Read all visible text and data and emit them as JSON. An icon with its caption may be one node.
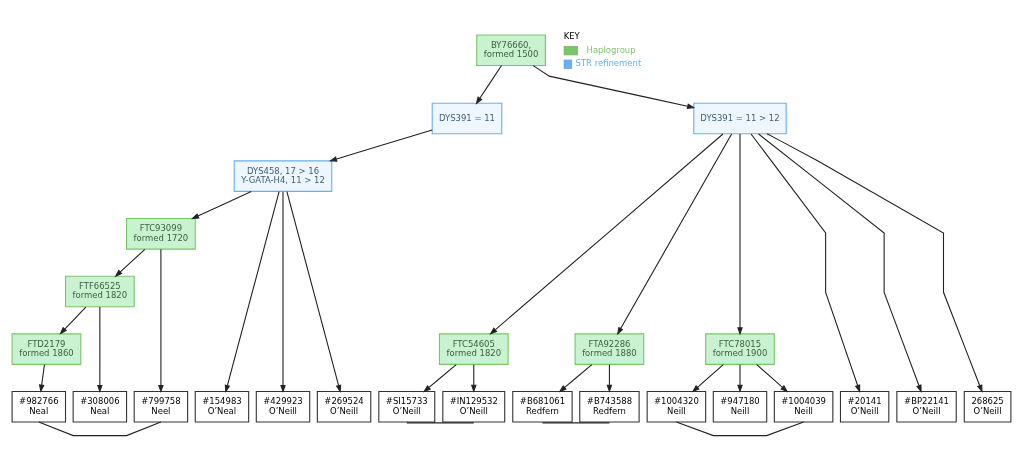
{
  "diagram": {
    "nodes": [
      {
        "text": [
          "BY76660, formed 1500"
        ]
      },
      {
        "text": [
          "DYS391 = 11"
        ]
      },
      {
        "text": [
          "DYS391 = 11 > 12"
        ]
      },
      {
        "text": [
          "DYS458, 17 > 16 Y-GATA-H4, 11 > 12"
        ]
      },
      {
        "text": [
          "FTC93099 formed 1720"
        ]
      },
      {
        "text": [
          "FTF66525 formed 1820"
        ]
      },
      {
        "text": [
          "FTD2179 formed 1860"
        ]
      },
      {
        "text": [
          "FTC54605 formed 1820"
        ]
      },
      {
        "text": [
          "FTA92286 formed 1880"
        ]
      },
      {
        "text": [
          "FTC78015 formed 1900"
        ]
      },
      {
        "text": [
          "#982766 Neal"
        ]
      },
      {
        "text": [
          "#308006 Neal"
        ]
      },
      {
        "text": [
          "#799758 Neel"
        ]
      },
      {
        "text": [
          "#154983 O’Neal"
        ]
      },
      {
        "text": [
          "#429923 O’Neill"
        ]
      },
      {
        "text": [
          "#269524 O’Neill"
        ]
      },
      {
        "text": [
          "#SI15733 O’Neill"
        ]
      },
      {
        "text": [
          "#IN129532 O’Neill"
        ]
      },
      {
        "text": [
          "#B681061 Redfern"
        ]
      },
      {
        "text": [
          "#B743588 Redfern"
        ]
      },
      {
        "text": [
          "#1004320 Neill"
        ]
      },
      {
        "text": [
          "#947180 Neill"
        ]
      },
      {
        "text": [
          "#1004039 Neill"
        ]
      },
      {
        "text": [
          "#20141 O’Neill"
        ]
      },
      {
        "text": [
          "#BP22141 O’Neill"
        ]
      },
      {
        "text": [
          "268625 O’Neill"
        ]
      }
    ],
    "edges": [
      {
        "from": 0,
        "to": 1,
        "arrow": "to"
      },
      {
        "from": 0,
        "to": 2,
        "arrow": "to"
      },
      {
        "from": 1,
        "to": 3,
        "arrow": "to"
      },
      {
        "from": 3,
        "to": 4,
        "arrow": "to"
      },
      {
        "from": 3,
        "to": 13,
        "arrow": "to"
      },
      {
        "from": 3,
        "to": 14,
        "arrow": "to"
      },
      {
        "from": 3,
        "to": 15,
        "arrow": "to"
      },
      {
        "from": 4,
        "to": 5,
        "arrow": "to"
      },
      {
        "from": 4,
        "to": 12,
        "arrow": "to"
      },
      {
        "from": 5,
        "to": 6,
        "arrow": "to"
      },
      {
        "from": 5,
        "to": 11,
        "arrow": "to"
      },
      {
        "from": 6,
        "to": 10,
        "arrow": "to"
      },
      {
        "from": 2,
        "to": 7,
        "arrow": "to"
      },
      {
        "from": 2,
        "to": 8,
        "arrow": "to"
      },
      {
        "from": 2,
        "to": 9,
        "arrow": "to"
      },
      {
        "from": 2,
        "to": 23,
        "arrow": "to"
      },
      {
        "from": 2,
        "to": 24,
        "arrow": "to"
      },
      {
        "from": 2,
        "to": 25,
        "arrow": "to"
      },
      {
        "from": 7,
        "to": 16,
        "arrow": "to"
      },
      {
        "from": 7,
        "to": 17,
        "arrow": "to"
      },
      {
        "from": 8,
        "to": 18,
        "arrow": "to"
      },
      {
        "from": 8,
        "to": 19,
        "arrow": "to"
      },
      {
        "from": 9,
        "to": 20,
        "arrow": "to"
      },
      {
        "from": 9,
        "to": 21,
        "arrow": "to"
      },
      {
        "from": 9,
        "to": 22,
        "arrow": "to"
      },
      {
        "from": 10,
        "to": 12,
        "arrow": "none"
      },
      {
        "from": 16,
        "to": 17,
        "arrow": "none"
      },
      {
        "from": 18,
        "to": 19,
        "arrow": "none"
      },
      {
        "from": 20,
        "to": 22,
        "arrow": "none"
      }
    ],
    "labels": [
      "KEY"
    ],
    "legend": [
      {
        "text": "Haplogroup",
        "color": "#7cc46a"
      },
      {
        "text": "STR refinement",
        "color": "#6aaef0"
      }
    ]
  }
}
